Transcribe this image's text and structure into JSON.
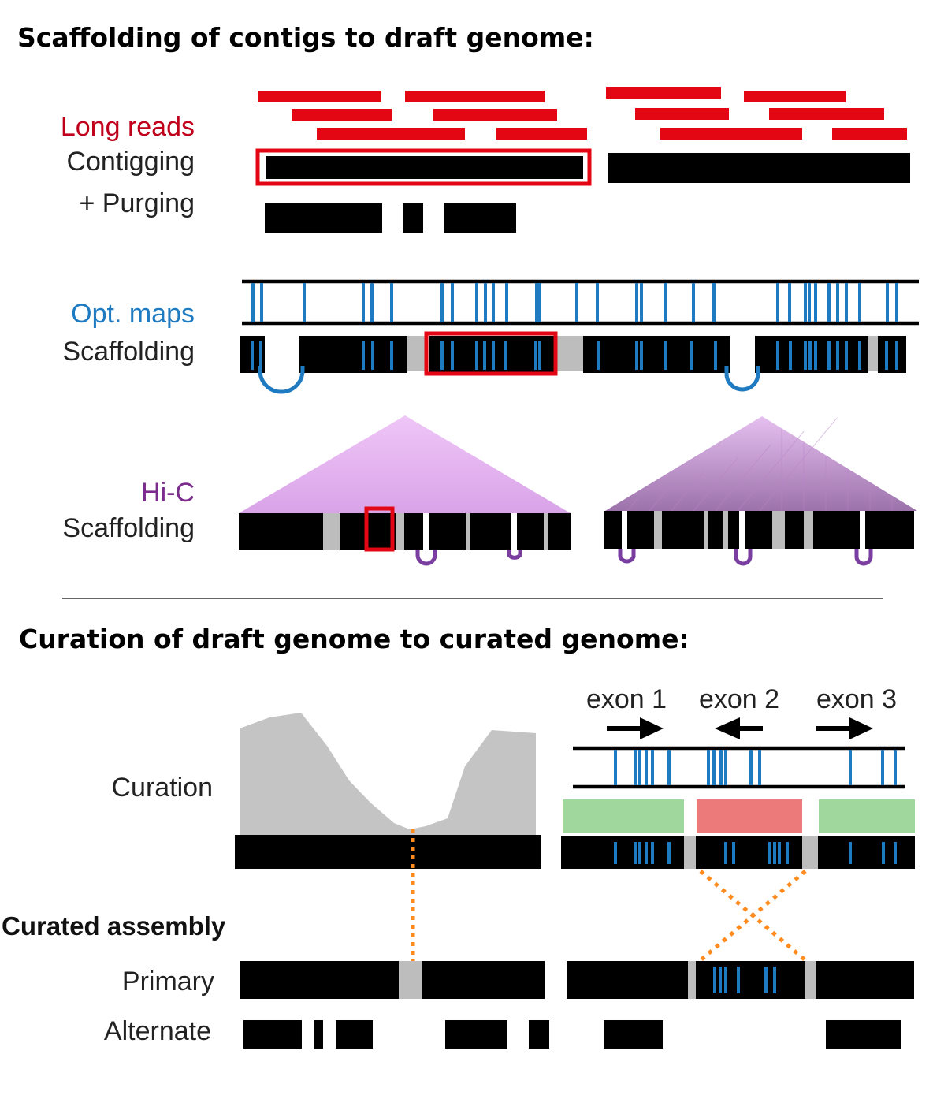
{
  "sections": {
    "scaffolding_title": "Scaffolding of contigs to draft genome:",
    "curation_title": "Curation of draft genome to curated genome:"
  },
  "labels": {
    "long_reads": "Long reads",
    "contigging": "Contigging",
    "purging": "+ Purging",
    "opt_maps": "Opt. maps",
    "scaffolding_opt": "Scaffolding",
    "hic": "Hi-C",
    "scaffolding_hic": "Scaffolding",
    "curation": "Curation",
    "curated_assembly": "Curated assembly",
    "primary": "Primary",
    "alternate": "Alternate",
    "exon1": "exon 1",
    "exon2": "exon 2",
    "exon3": "exon 3"
  },
  "colors": {
    "read": "#e30613",
    "contig": "#000000",
    "long_reads_label": "#c0001a",
    "opt_label": "#1f7bc1",
    "optical_mark": "#1f7bc1",
    "hic_label": "#7a2b8c",
    "hic_link": "#7a3ea0",
    "hic_map": "#e9b4f2",
    "gap": "#bdbdbd",
    "highlight": "#e30613",
    "coverage": "#c4c4c4",
    "correct": "#9fd79c",
    "inverted": "#ed7a7a",
    "guide": "#ff8a1e"
  }
}
